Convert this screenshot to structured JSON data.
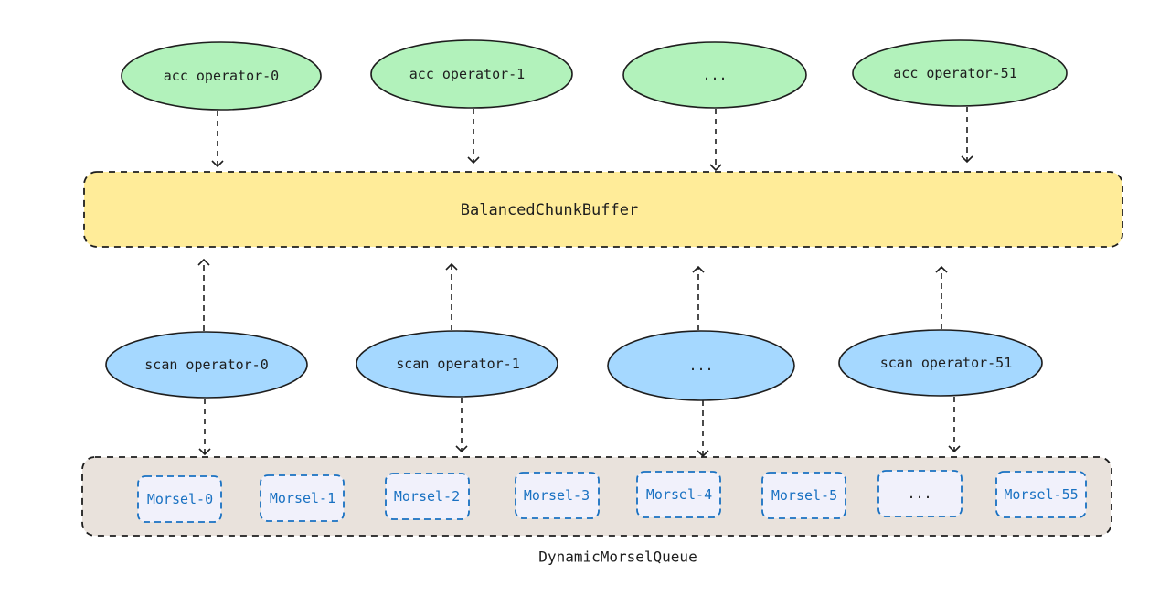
{
  "acc_operators": [
    "acc operator-0",
    "acc operator-1",
    "...",
    "acc operator-51"
  ],
  "buffer_label": "BalancedChunkBuffer",
  "scan_operators": [
    "scan operator-0",
    "scan operator-1",
    "...",
    "scan operator-51"
  ],
  "morsels": [
    "Morsel-0",
    "Morsel-1",
    "Morsel-2",
    "Morsel-3",
    "Morsel-4",
    "Morsel-5",
    "...",
    "Morsel-55"
  ],
  "queue_label": "DynamicMorselQueue",
  "colors": {
    "acc_fill": "#b2f2bb",
    "buffer_fill": "#ffec99",
    "scan_fill": "#a5d8ff",
    "queue_fill": "#e9e2dc",
    "morsel_fill": "#f1f1fb",
    "morsel_stroke": "#1971c2",
    "stroke": "#1e1e1e"
  }
}
